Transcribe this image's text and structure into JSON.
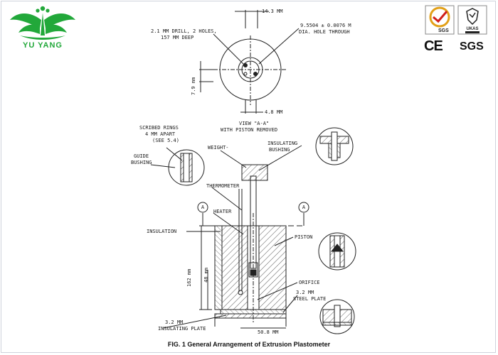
{
  "brand": {
    "logo_text": "YU YANG",
    "logo_color": "#22a83a"
  },
  "certifications": {
    "badge_small_text": "SGS",
    "ce_text": "CE",
    "sgs_text": "SGS",
    "ukas_text": "UKAS"
  },
  "figure": {
    "caption_fig": "FIG. 1",
    "caption_text": "General Arrangement of Extrusion Plastometer",
    "labels": {
      "dim_top": "14.3 mm",
      "drill": "2.1 mm DRILL, 2 HOLES,",
      "drill2": "157 mm DEEP",
      "dia": "9.5504 ± 0.0076 m",
      "dia2": "DIA. HOLE THROUGH",
      "dim_79": "7.9 mm",
      "dim_48": "4.8 mm",
      "view": "VIEW \"A-A\"",
      "view2": "WITH PISTON REMOVED",
      "scribed": "SCRIBED RINGS",
      "scribed2": "4 mm APART",
      "scribed3": "(SEE 5.4)",
      "insulating_bushing": "INSULATING",
      "insulating_bushing2": "BUSHING",
      "weight": "WEIGHT-",
      "guide": "GUIDE",
      "guide2": "BUSHING",
      "thermometer": "THERMOMETER",
      "heater": "HEATER",
      "insulation": "INSULATION",
      "piston": "PISTON",
      "section_a": "A",
      "dim_162": "162 mm",
      "dim_48b": "48 mm",
      "orifice": "ORIFICE",
      "steel_plate": "3.2 mm",
      "steel_plate2": "STEEL PLATE",
      "insulating_plate": "3.2 mm",
      "insulating_plate2": "INSULATING PLATE",
      "dim_508": "50.8 mm"
    }
  }
}
